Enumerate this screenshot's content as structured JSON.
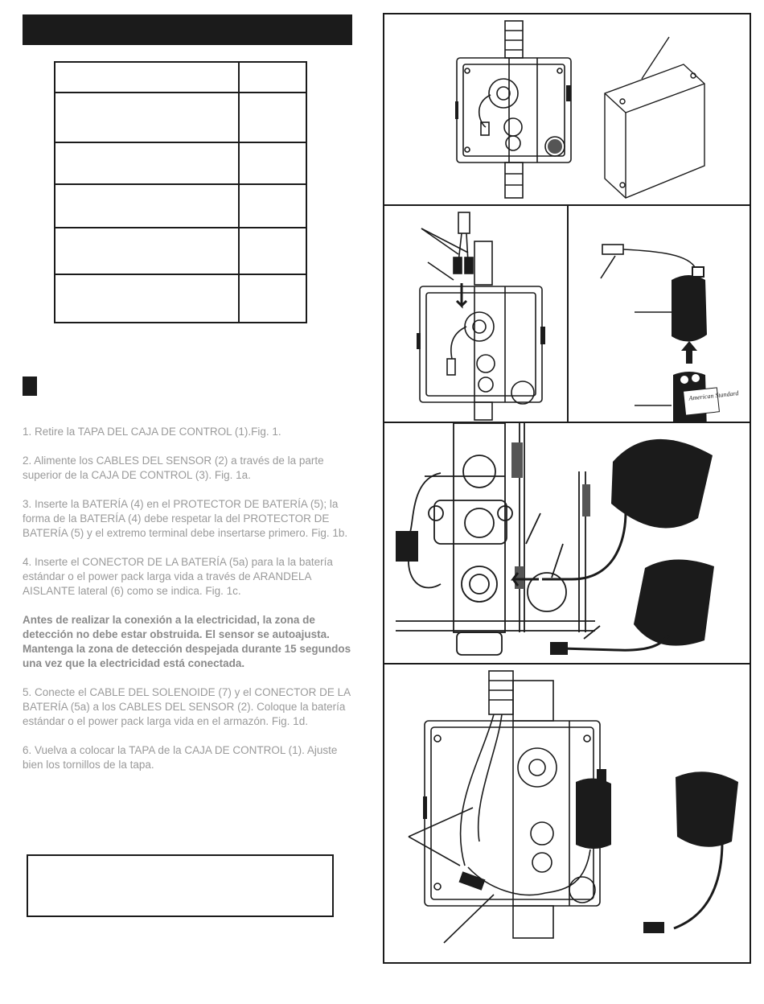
{
  "steps": [
    {
      "num": "1.",
      "text": "Retire la TAPA DEL CAJA DE CONTROL (1).Fig. 1."
    },
    {
      "num": "2.",
      "text": "Alimente los CABLES DEL SENSOR (2) a través de la parte superior de la CAJA DE CONTROL (3). Fig. 1a."
    },
    {
      "num": "3.",
      "text": "Inserte la BATERÍA (4) en el PROTECTOR DE BATERÍA (5); la forma de la BATERÍA (4) debe respetar la del PROTECTOR DE BATERÍA (5) y el extremo terminal debe insertarse primero. Fig. 1b."
    },
    {
      "num": "4.",
      "text": "Inserte el CONECTOR DE LA BATERÍA (5a) para la la batería estándar o el power pack larga vida a través de ARANDELA AISLANTE lateral (6) como se indica. Fig. 1c."
    },
    {
      "num": "",
      "text": "Antes de realizar la conexión a la electricidad, la zona de detección no debe estar obstruida. El sensor se autoajusta. Mantenga la zona de detección despejada durante 15 segundos una vez que la electricidad está conectada."
    },
    {
      "num": "5.",
      "text": "Conecte el CABLE DEL SOLENOIDE (7) y el CONECTOR DE LA BATERÍA (5a) a los CABLES DEL SENSOR (2). Coloque la batería estándar o el power pack larga vida en el armazón. Fig. 1d."
    },
    {
      "num": "6.",
      "text": "Vuelva a colocar la TAPA de la CAJA DE CONTROL (1). Ajuste bien los tornillos de la tapa."
    }
  ],
  "battery_brand": "American Standard"
}
